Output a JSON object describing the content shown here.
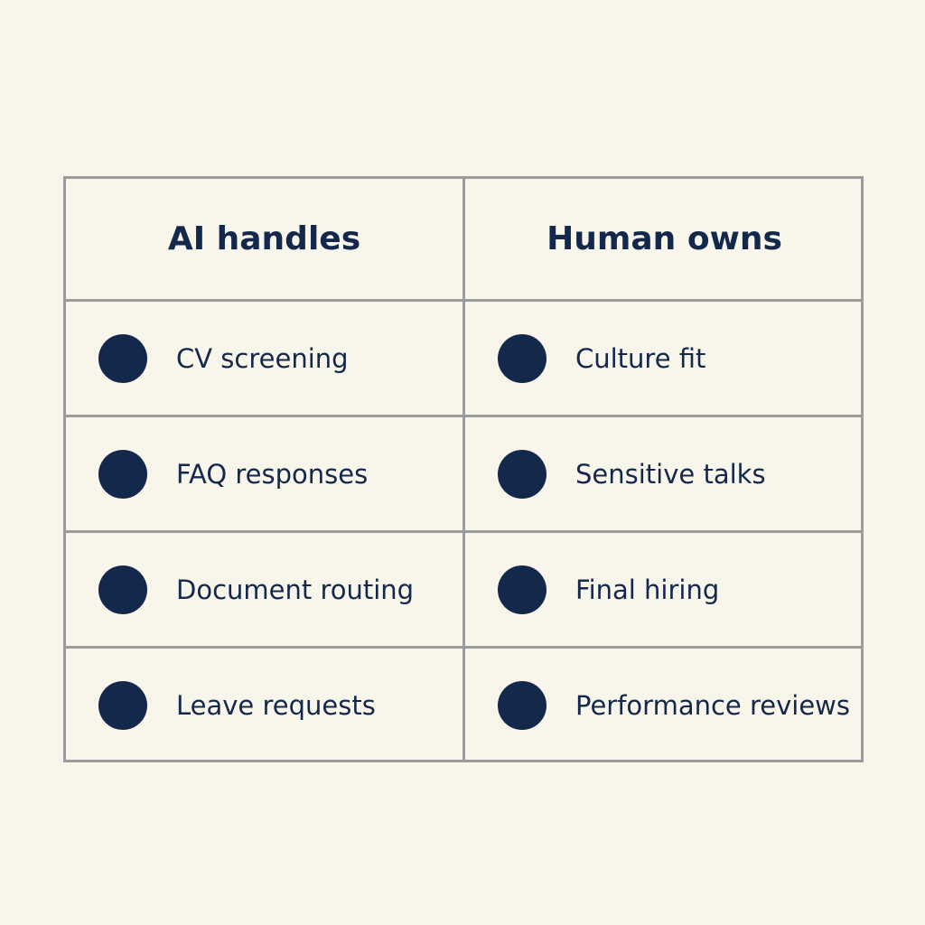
{
  "background_color": "#f8f5ea",
  "accent_color": "#14284b",
  "border_color": "#9b9b9b",
  "columns": {
    "left": {
      "header": "AI handles",
      "items": [
        "CV screening",
        "FAQ responses",
        "Document routing",
        "Leave requests"
      ]
    },
    "right": {
      "header": "Human owns",
      "items": [
        "Culture fit",
        "Sensitive talks",
        "Final hiring",
        "Performance reviews"
      ]
    }
  },
  "bullet_icon": "filled-circle-icon"
}
